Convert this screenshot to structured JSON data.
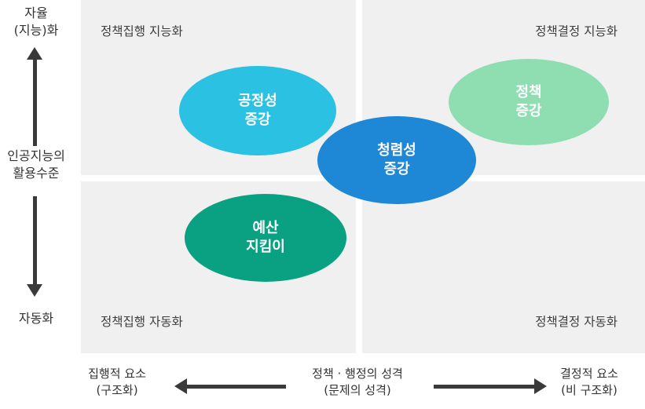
{
  "y_axis": {
    "top_line1": "자율",
    "top_line2": "(지능)화",
    "mid_line1": "인공지능의",
    "mid_line2": "활용수준",
    "bottom": "자동화"
  },
  "x_axis": {
    "left_line1": "집행적 요소",
    "left_line2": "(구조화)",
    "center_line1": "정책 · 행정의 성격",
    "center_line2": "(문제의 성격)",
    "right_line1": "결정적 요소",
    "right_line2": "(비 구조화)"
  },
  "quadrants": {
    "top_left": "정책집행 지능화",
    "top_right": "정책결정 지능화",
    "bottom_left": "정책집행 자동화",
    "bottom_right": "정책결정 자동화"
  },
  "bubbles": {
    "fairness": {
      "line1": "공정성",
      "line2": "증강",
      "color": "#2bc1e2"
    },
    "integrity": {
      "line1": "청렴성",
      "line2": "증강",
      "color": "#1e87d6"
    },
    "policy": {
      "line1": "정책",
      "line2": "증강",
      "color": "#8edeb2"
    },
    "budget": {
      "line1": "예산",
      "line2": "지킴이",
      "color": "#0aa183"
    }
  },
  "colors": {
    "quadrant_bg": "#f0f0f0",
    "arrow": "#3a3a3a",
    "label_text": "#3d3d3d"
  }
}
